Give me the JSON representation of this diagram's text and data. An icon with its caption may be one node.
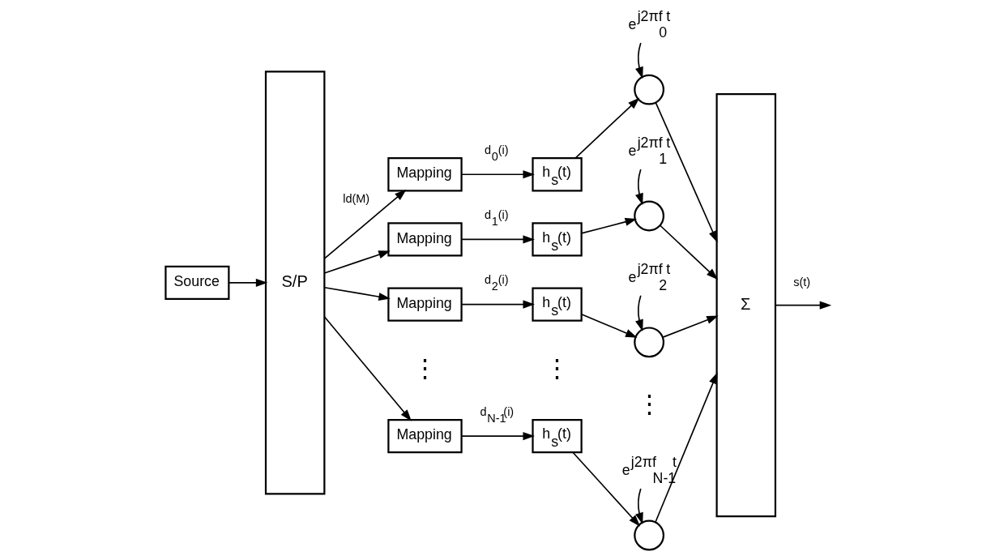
{
  "diagram": {
    "nodes": [
      {
        "text": [
          "Source"
        ]
      },
      {
        "text": [
          "S/P"
        ]
      },
      {
        "text": [
          "Mapping"
        ]
      },
      {
        "text": [
          "h$_{s}$(t)"
        ]
      },
      {
        "text": [
          "e$^{j2πf}$$_{0}$$^{t}$"
        ]
      },
      {
        "text": [],
        "shape": "circle"
      },
      {
        "text": [
          "Mapping"
        ]
      },
      {
        "text": [
          "h$_{s}$(t)"
        ]
      },
      {
        "text": [
          "e$^{j2πf}$$_{1}$$^{t}$"
        ]
      },
      {
        "text": [],
        "shape": "circle"
      },
      {
        "text": [
          "Mapping"
        ]
      },
      {
        "text": [
          "h$_{s}$(t)"
        ]
      },
      {
        "text": [
          "e$^{j2πf}$$_{2}$$^{t}$"
        ]
      },
      {
        "text": [],
        "shape": "circle"
      },
      {
        "text": [
          "Mapping"
        ]
      },
      {
        "text": [
          "h$_{s}$(t)"
        ]
      },
      {
        "text": [
          "e$^{j2πf}$$_{N-1}$$^{t}$"
        ]
      },
      {
        "text": [],
        "shape": "circle"
      },
      {
        "text": [
          "Σ"
        ]
      }
    ],
    "edges": [
      {
        "from": 0,
        "to": 1,
        "arrow": "to"
      },
      {
        "from": 1,
        "to": 2,
        "arrow": "to",
        "label": "ld(M)"
      },
      {
        "from": 2,
        "to": 3,
        "arrow": "to",
        "label": "d$_{0}$(i)"
      },
      {
        "from": 3,
        "to": 5,
        "arrow": "to"
      },
      {
        "from": 4,
        "to": 5,
        "arrow": "to"
      },
      {
        "from": 5,
        "to": 18,
        "arrow": "to"
      },
      {
        "from": 1,
        "to": 6,
        "arrow": "to"
      },
      {
        "from": 6,
        "to": 7,
        "arrow": "to",
        "label": "d$_{1}$(i)"
      },
      {
        "from": 7,
        "to": 9,
        "arrow": "to"
      },
      {
        "from": 8,
        "to": 9,
        "arrow": "to"
      },
      {
        "from": 9,
        "to": 18,
        "arrow": "to"
      },
      {
        "from": 1,
        "to": 10,
        "arrow": "to"
      },
      {
        "from": 10,
        "to": 11,
        "arrow": "to",
        "label": "d$_{2}$(i)"
      },
      {
        "from": 11,
        "to": 13,
        "arrow": "to"
      },
      {
        "from": 12,
        "to": 13,
        "arrow": "to"
      },
      {
        "from": 13,
        "to": 18,
        "arrow": "to"
      },
      {
        "from": 1,
        "to": 14,
        "arrow": "to"
      },
      {
        "from": 14,
        "to": 15,
        "arrow": "to",
        "label": "d$_{N-1}$(i)"
      },
      {
        "from": 15,
        "to": 17,
        "arrow": "to"
      },
      {
        "from": 16,
        "to": 17,
        "arrow": "to"
      },
      {
        "from": 17,
        "to": 18,
        "arrow": "to"
      },
      {
        "from": 18,
        "to": null,
        "arrow": "to",
        "label": "s(t)"
      }
    ],
    "labels": [
      "⋮",
      "⋮",
      "⋮"
    ]
  }
}
